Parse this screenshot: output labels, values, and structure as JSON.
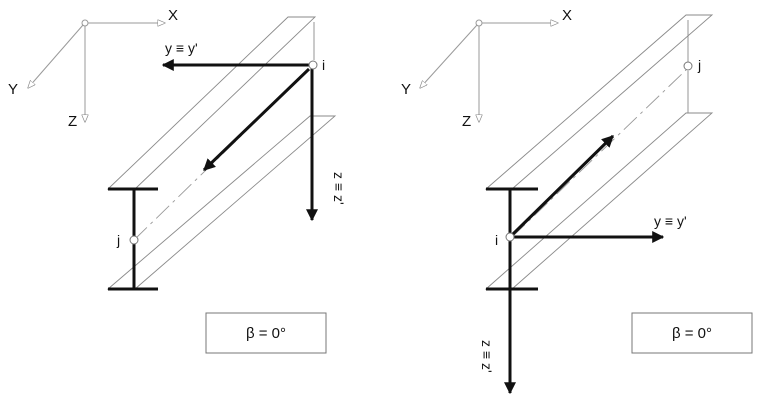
{
  "left_panel": {
    "global_axes": {
      "x_label": "X",
      "y_label": "Y",
      "z_label": "Z"
    },
    "y_axis_label": "y ≡ y'",
    "z_axis_label": "z ≡ z'",
    "node_i": "i",
    "node_j": "j",
    "beta_label": "β = 0°"
  },
  "right_panel": {
    "global_axes": {
      "x_label": "X",
      "y_label": "Y",
      "z_label": "Z"
    },
    "y_axis_label": "y ≡ y'",
    "z_axis_label": "z ≡ z'",
    "node_i": "i",
    "node_j": "j",
    "beta_label": "β = 0°"
  }
}
